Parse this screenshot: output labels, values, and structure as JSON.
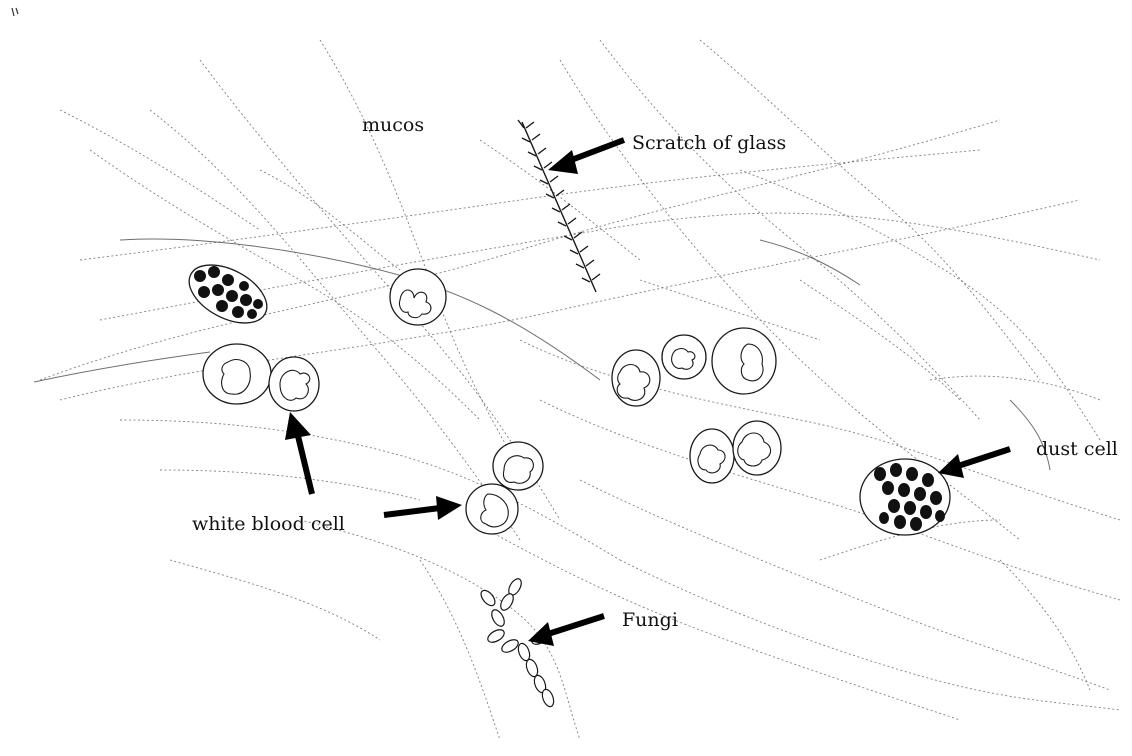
{
  "labels": {
    "mucos": "mucos",
    "scratch": "Scratch of glass",
    "white_blood_cell": "white blood cell",
    "dust_cell": "dust cell",
    "fungi": "Fungi"
  },
  "colors": {
    "ink": "#111111",
    "fiber": "#6a6a6a",
    "background": "#ffffff"
  }
}
